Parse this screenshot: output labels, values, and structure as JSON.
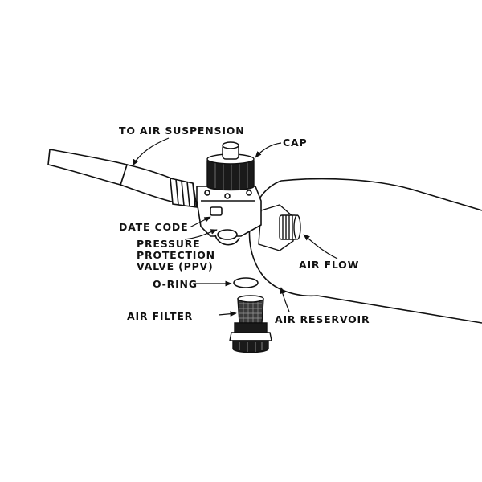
{
  "labels": {
    "to_air_suspension": "TO AIR SUSPENSION",
    "cap": "CAP",
    "date_code": "DATE CODE",
    "ppv_line1": "PRESSURE",
    "ppv_line2": "PROTECTION",
    "ppv_line3": "VALVE (PPV)",
    "air_flow": "AIR FLOW",
    "o_ring": "O-RING",
    "air_filter": "AIR FILTER",
    "air_reservoir": "AIR RESERVOIR"
  },
  "colors": {
    "ink": "#111111",
    "part_fill": "#ffffff",
    "cap_fill": "#1a1a1a",
    "tank_fill": "#ffffff"
  }
}
